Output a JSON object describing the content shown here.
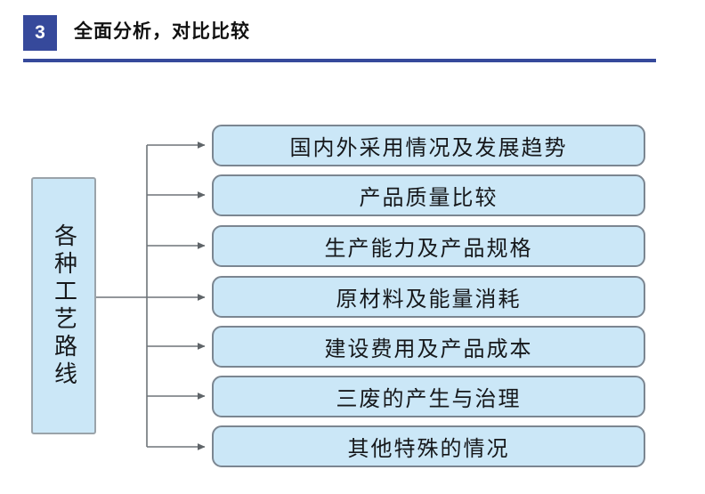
{
  "header": {
    "step_number": "3",
    "title": "全面分析，对比比较",
    "badge_color": "#36499b",
    "rule_color": "#36499b"
  },
  "diagram": {
    "type": "tree",
    "root": {
      "label": "各种工艺路线",
      "orientation": "vertical-text",
      "fill_color": "#cbe7f7",
      "border_color": "#9aa3aa"
    },
    "branch_fill_color": "#cbe7f7",
    "branch_border_color": "#7b8691",
    "connector_color": "#6e7478",
    "branches": [
      {
        "label": "国内外采用情况及发展趋势"
      },
      {
        "label": "产品质量比较"
      },
      {
        "label": "生产能力及产品规格"
      },
      {
        "label": "原材料及能量消耗"
      },
      {
        "label": "建设费用及产品成本"
      },
      {
        "label": "三废的产生与治理"
      },
      {
        "label": "其他特殊的情况"
      }
    ]
  }
}
